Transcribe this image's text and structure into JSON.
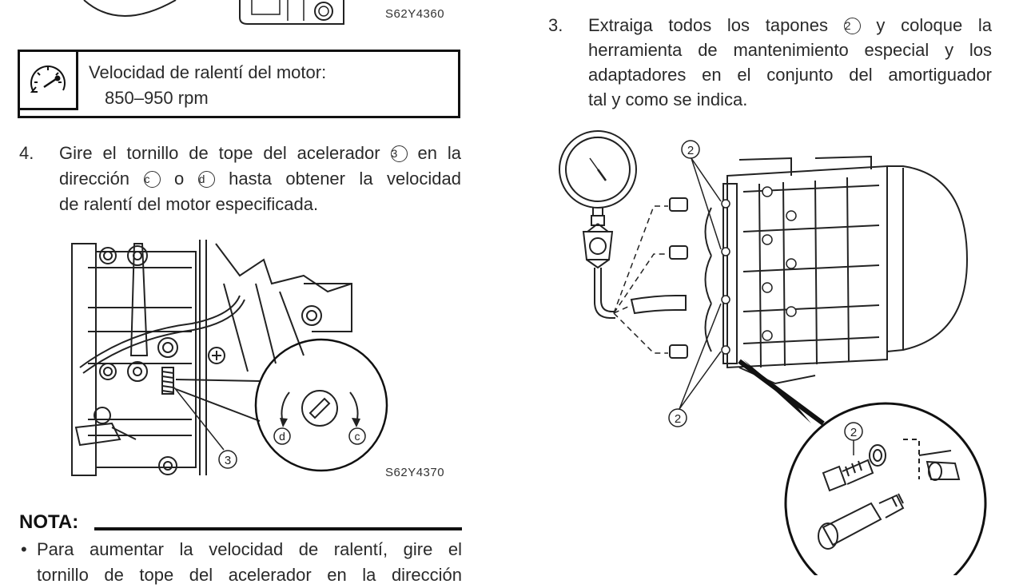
{
  "figures": {
    "top_left_code": "S62Y4360",
    "carb_code": "S62Y4370",
    "callout_3": "3",
    "callout_2": "2",
    "dir_c": "c",
    "dir_d": "d"
  },
  "spec": {
    "icon": "tachometer-icon",
    "label": "Velocidad de ralentí del motor:",
    "value": "850–950 rpm"
  },
  "step4": {
    "number": "4.",
    "line1_a": "Gire el tornillo de tope del acelerador",
    "line1_b": "en la",
    "line2_a": "dirección",
    "line2_o": "o",
    "line2_b": "hasta obtener la velocidad",
    "line3": "de ralentí del motor especificada.",
    "ref_3": "3",
    "ref_c": "c",
    "ref_d": "d"
  },
  "nota": {
    "title": "NOTA:",
    "bullet": "•",
    "line1": "Para aumentar la velocidad de ralentí, gire el",
    "line2": "tornillo de tope del acelerador en la dirección"
  },
  "step3": {
    "number": "3.",
    "line1_a": "Extraiga todos los tapones",
    "line1_b": "y coloque la",
    "line2": "herramienta de mantenimiento especial y los",
    "line3": "adaptadores en el conjunto del amortiguador",
    "line4": "tal y como se indica.",
    "ref_2": "2"
  }
}
